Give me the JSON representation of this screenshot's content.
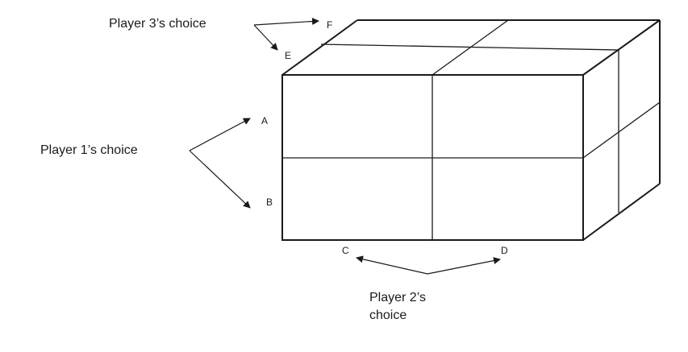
{
  "labels": {
    "player1": "Player 1’s choice",
    "player2_line1": "Player 2’s",
    "player2_line2": "choice",
    "player3": "Player 3’s choice"
  },
  "options": {
    "A": "A",
    "B": "B",
    "C": "C",
    "D": "D",
    "E": "E",
    "F": "F"
  },
  "colors": {
    "line": "#1a1a1a",
    "background": "#ffffff"
  }
}
